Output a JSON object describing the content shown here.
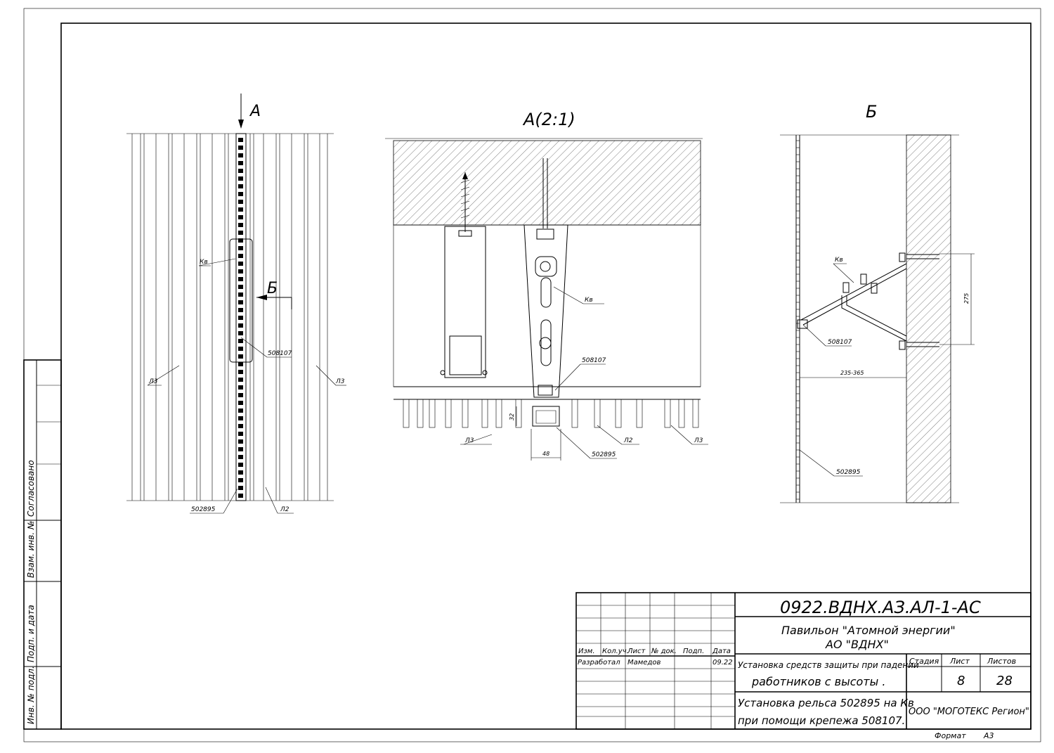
{
  "views": {
    "view_a": {
      "arrow_label": "А",
      "section_arrow_label": "Б",
      "labels": {
        "kv": "Кв",
        "l3_left": "Л3",
        "l3_right": "Л3",
        "fixing": "508107",
        "rail": "502895",
        "l2": "Л2"
      }
    },
    "view_detail": {
      "title": "А(2:1)",
      "labels": {
        "kv": "Кв",
        "fixing": "508107",
        "rail": "502895",
        "l3_left": "Л3",
        "l2": "Л2",
        "l3_right": "Л3"
      },
      "dimensions": {
        "height": "32",
        "width": "48"
      }
    },
    "view_b": {
      "title": "Б",
      "labels": {
        "kv": "Кв",
        "fixing": "508107",
        "rail": "502895"
      },
      "dimensions": {
        "vertical": "275",
        "horizontal": "235-365"
      }
    }
  },
  "side_stamp": {
    "agreed": "Согласовано",
    "replaced_inv": "Взам. инв. №",
    "sign_date": "Подп. и дата",
    "inv_orig": "Инв. № подл."
  },
  "title_block": {
    "code": "0922.ВДНХ.АЗ.АЛ-1-АС",
    "project_line1": "Павильон \"Атомной энергии\"",
    "project_line2": "АО \"ВДНХ\"",
    "col_headers": [
      "Изм.",
      "Кол.уч.",
      "Лист",
      "№ док.",
      "Подп.",
      "Дата"
    ],
    "developer_role": "Разработал",
    "developer_name": "Мамедов",
    "developer_date": "09.22",
    "sheet_title_1": "Установка средств защиты при падении",
    "sheet_title_2": "работников с высоты .",
    "drawing_title_1": "Установка рельса 502895 на Кв",
    "drawing_title_2": "при помощи крепежа 508107.",
    "stage_header": "Стадия",
    "sheet_header": "Лист",
    "sheets_header": "Листов",
    "sheet_number": "8",
    "sheets_total": "28",
    "organization": "ООО \"МОГОТЕКС Регион\"",
    "format_label": "Формат",
    "format_value": "А3"
  }
}
